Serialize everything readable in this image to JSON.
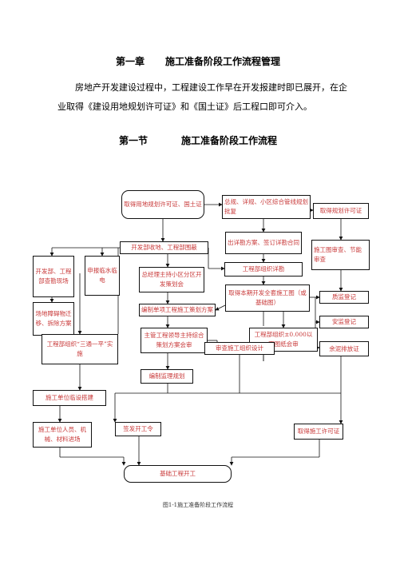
{
  "chapter": {
    "number": "第一章",
    "title": "施工准备阶段工作流程管理"
  },
  "intro": "房地产开发建设过程中，工程建设工作早在开发报建时即已展开，在企业取得《建设用地规划许可证》和《国土证》后工程口即可介入。",
  "section": {
    "number": "第一节",
    "title": "施工准备阶段工作流程"
  },
  "flow": {
    "land_permit": "取得用地规划许可证、国土证",
    "master_plan": "总规、详规、小区综合管线规划批复",
    "planning_permit": "取得规划许可证",
    "detail_scheme": "出详勘方案、签订详勘合同",
    "drawing_review": "施工图审查、节能审查",
    "dev_dept": "开发部收地、工程部围蔽",
    "dev_eng_survey": "开发部、工程部查勘现场",
    "report_utilities": "申报临水临电",
    "gm_meeting": "总经理主持小区分区开发策划会",
    "eng_detail": "工程部组织详勘",
    "site_clear": "场地障碍物迁移、拆除方案",
    "full_drawing": "取得本期开发全套施工图（或基础图）",
    "quality_reg": "质监登记",
    "single_plan": "编制单项工程施工策划方案",
    "safety_reg": "安监登记",
    "lead_review": "主管工程领导主持综合策划方案会审",
    "below_zero": "工程部组织±0.000以下图纸会审",
    "slurry": "余泥排放证",
    "three_one": "工程部组织“三通一平”实施",
    "review_design": "审查施工组织设计",
    "supervision": "编制监理规划",
    "temp_facility": "施工单位临设搭建",
    "personnel": "施工单位人员、机械、材料进场",
    "issue_order": "签发开工令",
    "construction_permit": "取得施工许可证",
    "foundation_start": "基础工程开工"
  },
  "caption": "图1-1施工准备阶段工作流程"
}
